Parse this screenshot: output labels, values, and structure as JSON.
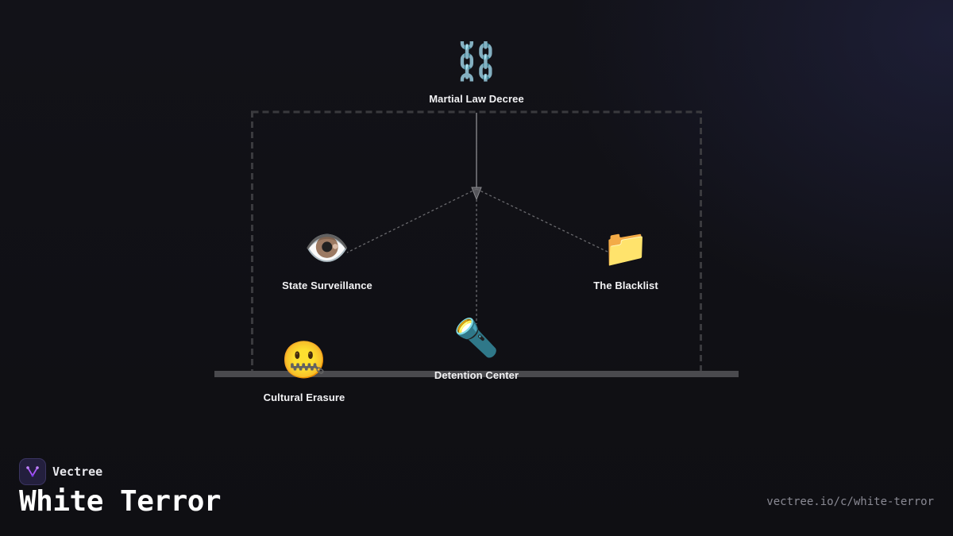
{
  "brand": {
    "name": "Vectree"
  },
  "page": {
    "title": "White Terror",
    "url": "vectree.io/c/white-terror"
  },
  "diagram": {
    "nodes": [
      {
        "id": "martial-law-decree",
        "icon": "chains-icon",
        "glyph": "⛓️",
        "label": "Martial Law Decree"
      },
      {
        "id": "state-surveillance",
        "icon": "eye-icon",
        "glyph": "👁️",
        "label": "State Surveillance"
      },
      {
        "id": "the-blacklist",
        "icon": "folder-icon",
        "glyph": "📁",
        "label": "The Blacklist"
      },
      {
        "id": "detention-center",
        "icon": "flashlight-icon",
        "glyph": "🔦",
        "label": "Detention Center"
      },
      {
        "id": "cultural-erasure",
        "icon": "zipper-mouth-face-icon",
        "glyph": "🤐",
        "label": "Cultural Erasure"
      }
    ],
    "edges": [
      {
        "from": "martial-law-decree",
        "to": "hub",
        "style": "solid",
        "arrow": true
      },
      {
        "from": "hub",
        "to": "state-surveillance",
        "style": "dotted"
      },
      {
        "from": "hub",
        "to": "the-blacklist",
        "style": "dotted"
      },
      {
        "from": "hub",
        "to": "detention-center",
        "style": "dotted"
      }
    ]
  },
  "colors": {
    "background": "#111116",
    "frame": "#3a3a3e",
    "floor": "#4a4a4e",
    "connector": "#8a8a8e",
    "label": "#f2f2f4",
    "brand_accent": "#a855f7",
    "url": "#8a8a94"
  }
}
